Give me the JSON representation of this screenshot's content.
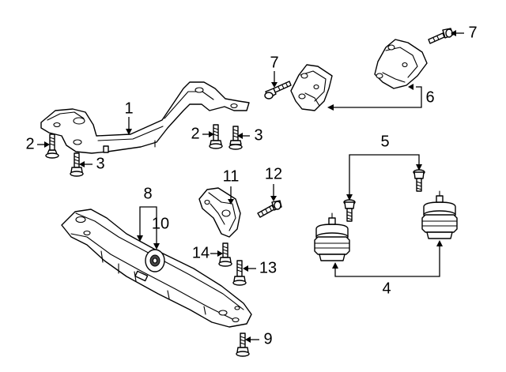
{
  "callouts": {
    "c1": "1",
    "c2a": "2",
    "c2b": "2",
    "c3a": "3",
    "c3b": "3",
    "c4": "4",
    "c5": "5",
    "c6": "6",
    "c7a": "7",
    "c7b": "7",
    "c8": "8",
    "c9": "9",
    "c10": "10",
    "c11": "11",
    "c12": "12",
    "c13": "13",
    "c14": "14"
  }
}
